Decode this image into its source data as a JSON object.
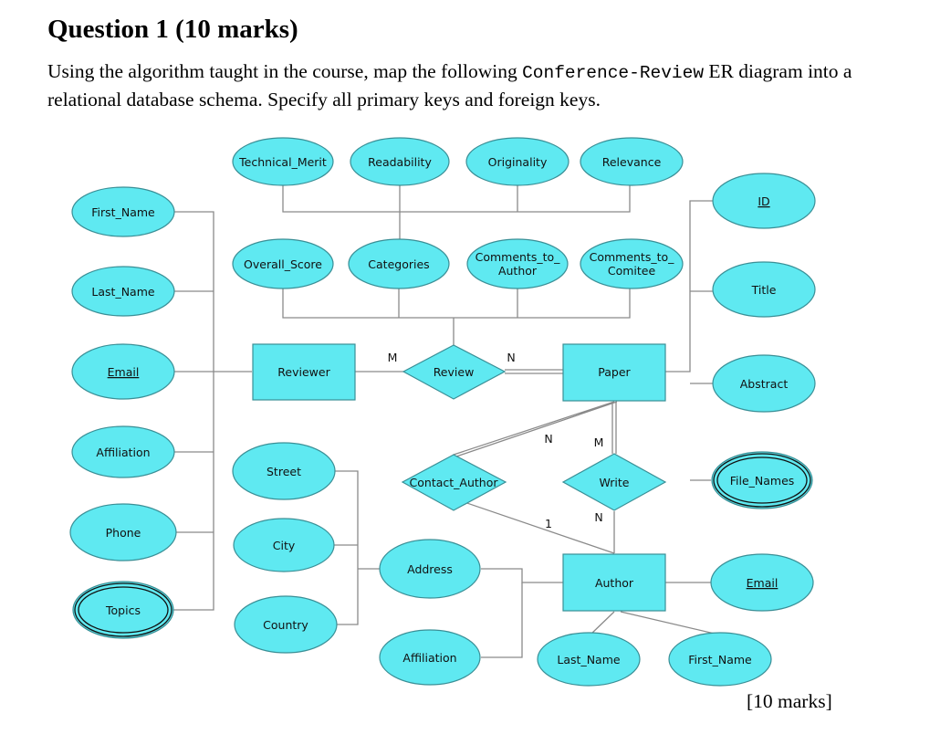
{
  "heading": "Question 1 (10 marks)",
  "prompt": {
    "before": "Using the algorithm taught in the course, map the following ",
    "code": "Conference-Review",
    "after": " ER diagram into a relational database schema. Specify all primary keys and foreign keys."
  },
  "diagram": {
    "entities": {
      "reviewer": "Reviewer",
      "paper": "Paper",
      "author": "Author"
    },
    "relationships": {
      "review": "Review",
      "contact_author": "Contact_Author",
      "write": "Write"
    },
    "attributes": {
      "technical_merit": "Technical_Merit",
      "readability": "Readability",
      "originality": "Originality",
      "relevance": "Relevance",
      "overall_score": "Overall_Score",
      "categories": "Categories",
      "comments_to_author_1": "Comments_to_",
      "comments_to_author_2": "Author",
      "comments_to_comittee_1": "Comments_to_",
      "comments_to_comittee_2": "Comitee",
      "reviewer_first_name": "First_Name",
      "reviewer_last_name": "Last_Name",
      "reviewer_email": "Email",
      "reviewer_affiliation": "Affiliation",
      "reviewer_phone": "Phone",
      "reviewer_topics": "Topics",
      "paper_id": "ID",
      "paper_title": "Title",
      "paper_abstract": "Abstract",
      "paper_file_names": "File_Names",
      "street": "Street",
      "city": "City",
      "country": "Country",
      "address": "Address",
      "author_affiliation": "Affiliation",
      "author_email": "Email",
      "author_last_name": "Last_Name",
      "author_first_name": "First_Name"
    },
    "cardinalities": {
      "review_reviewer": "M",
      "review_paper": "N",
      "contact_paper": "N",
      "contact_author": "1",
      "write_paper": "M",
      "write_author": "N"
    }
  },
  "marks": "[10 marks]"
}
